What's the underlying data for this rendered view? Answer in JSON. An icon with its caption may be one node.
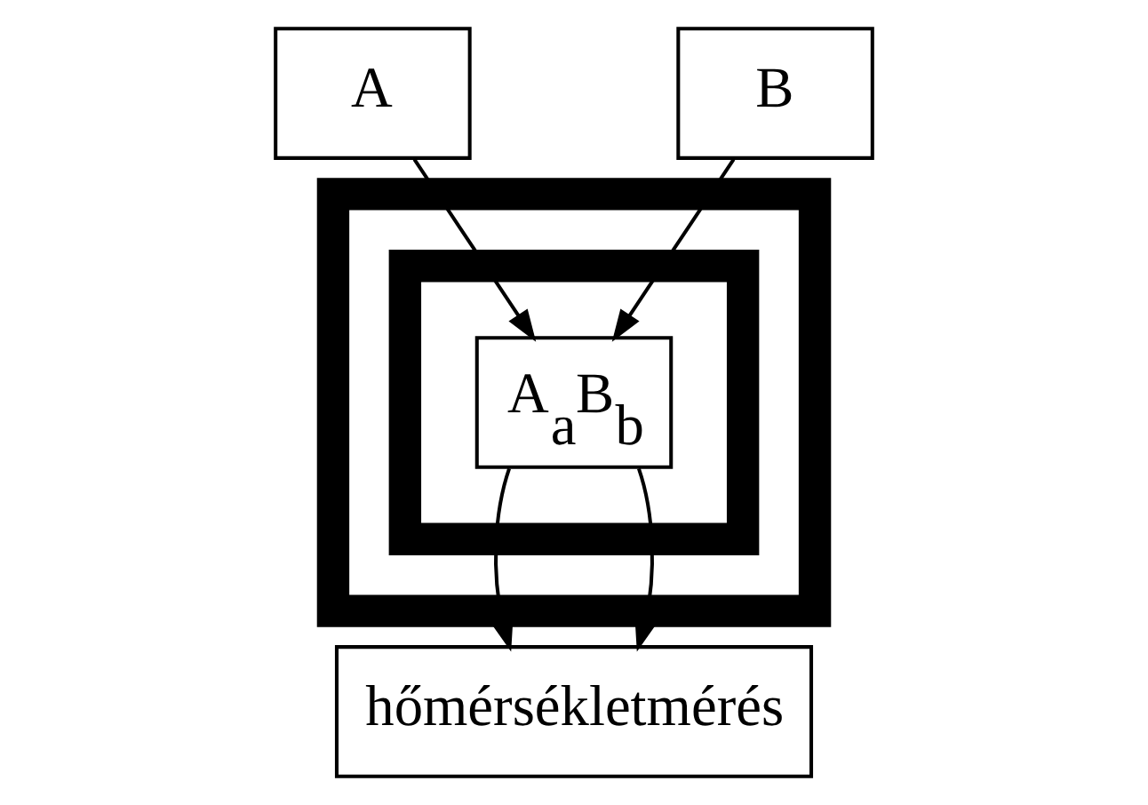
{
  "diagram": {
    "nodes": [
      {
        "text": [
          "A"
        ]
      },
      {
        "text": [
          "B"
        ]
      },
      {
        "text": [],
        "shape": "box"
      },
      {
        "text": [],
        "shape": "box",
        "in": 2
      },
      {
        "text": [
          "A$_{a}$B$_{b}$"
        ],
        "in": 3
      },
      {
        "text": [
          "hőmérsékletmérés"
        ]
      }
    ],
    "edges": [
      {
        "from": 0,
        "to": 4,
        "arrow": "to"
      },
      {
        "from": 1,
        "to": 4,
        "arrow": "to"
      },
      {
        "from": 4,
        "to": 5,
        "arrow": "to"
      },
      {
        "from": 4,
        "to": 5,
        "arrow": "to"
      }
    ]
  }
}
